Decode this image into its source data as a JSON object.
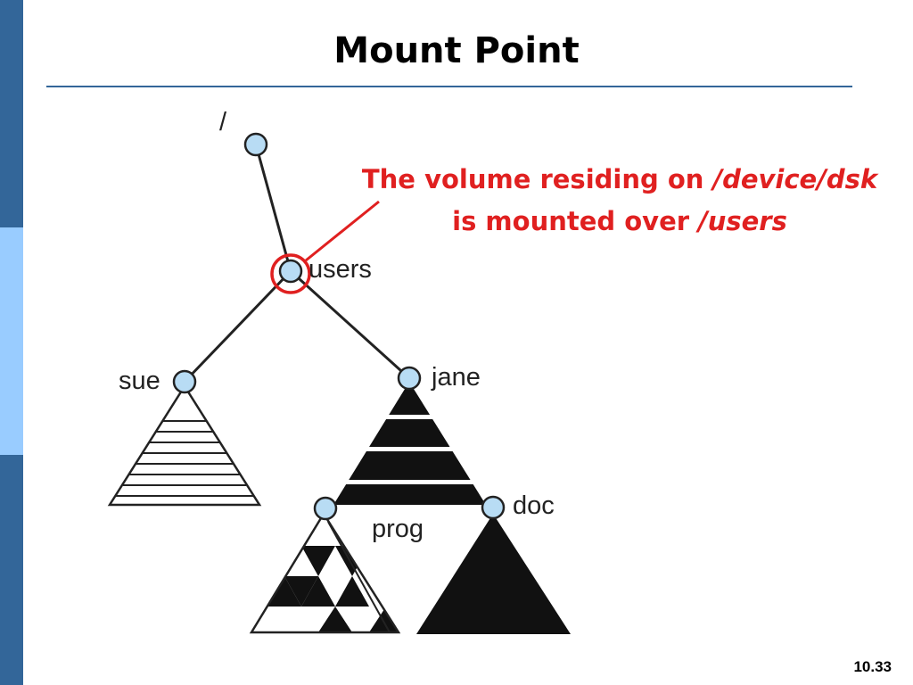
{
  "slide": {
    "title": "Mount Point",
    "page_number": "10.33"
  },
  "annotation": {
    "line1_prefix": "The volume residing on ",
    "line1_path": "/device/dsk",
    "line2_prefix": "is mounted over ",
    "line2_path": "/users"
  },
  "tree": {
    "root_label": "/",
    "users_label": "users",
    "sue_label": "sue",
    "jane_label": "jane",
    "prog_label": "prog",
    "doc_label": "doc"
  },
  "colors": {
    "accent": "#336699",
    "side_light": "#99ccff",
    "highlight": "#e02020",
    "node_fill": "#b8dcf4"
  }
}
